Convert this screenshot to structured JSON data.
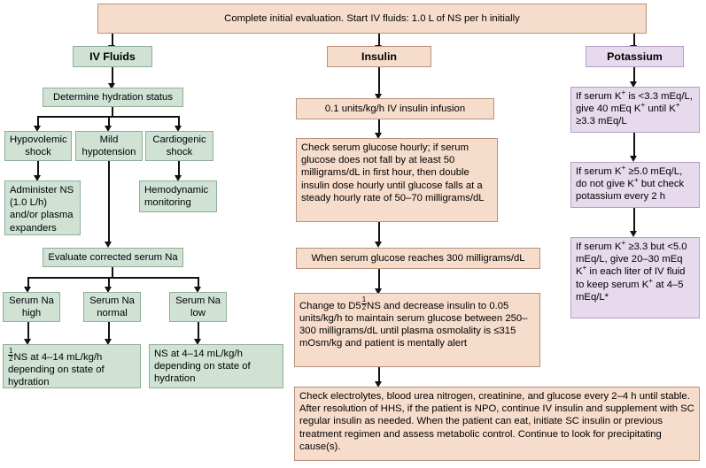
{
  "title": "Management of Hyperosmolar Hyperglycemic State (HHS) flowchart",
  "colors": {
    "peach_fill": "#f6dccb",
    "peach_border": "#b9907c",
    "green_fill": "#cfe2d4",
    "green_border": "#8fae99",
    "purple_fill": "#e6daec",
    "purple_border": "#b49ec0",
    "connector": "#111111",
    "page_background": "#ffffff"
  },
  "top": {
    "label": "Complete initial evaluation. Start IV fluids: 1.0 L of NS per h initially"
  },
  "columns": {
    "iv_fluids": {
      "header": "IV Fluids",
      "hydration_status": "Determine hydration status",
      "branches": [
        {
          "label_line1": "Hypovolemic",
          "label_line2": "shock"
        },
        {
          "label_line1": "Mild",
          "label_line2": "hypotension"
        },
        {
          "label_line1": "Cardiogenic",
          "label_line2": "shock"
        }
      ],
      "hypovolemic_action": "Administer NS (1.0 L/h) and/or plasma expanders",
      "cardiogenic_action": "Hemodynamic monitoring",
      "evaluate_na": "Evaluate corrected serum Na",
      "na_branches": [
        {
          "label_line1": "Serum Na",
          "label_line2": "high"
        },
        {
          "label_line1": "Serum Na",
          "label_line2": "normal"
        },
        {
          "label_line1": "Serum Na",
          "label_line2": "low"
        }
      ],
      "na_high_action_prefix": "",
      "na_high_action_fraction_num": "1",
      "na_high_action_fraction_den": "2",
      "na_high_action": "NS at 4–14 mL/kg/h depending on state of hydration",
      "na_low_action": "NS at 4–14 mL/kg/h depending on state of hydration"
    },
    "insulin": {
      "header": "Insulin",
      "step1": "0.1 units/kg/h IV insulin infusion",
      "step2": "Check serum glucose hourly; if serum glucose does not fall by at least 50 milligrams/dL in first hour, then double insulin dose hourly until glucose falls at a steady hourly rate of 50–70 milligrams/dL",
      "step3": "When serum glucose reaches 300 milligrams/dL",
      "step4_prefix": "Change to D5",
      "step4_fraction_num": "1",
      "step4_fraction_den": "2",
      "step4_suffix": "NS and decrease insulin to 0.05 units/kg/h to maintain serum glucose between  250–300 milligrams/dL until plasma osmolality is ≤315 mOsm/kg and patient is mentally alert",
      "step5": "Check electrolytes, blood urea nitrogen, creatinine, and glucose every 2–4 h until stable. After resolution of HHS, if the patient is NPO, continue IV insulin and supplement with SC regular insulin as needed. When the patient can eat, initiate SC insulin or previous treatment regimen and assess metabolic control. Continue to look for precipitating cause(s)."
    },
    "potassium": {
      "header": "Potassium",
      "step1_parts": [
        "If serum K",
        "+",
        " is <3.3 mEq/L, give 40 mEq K",
        "+",
        " until K",
        "+",
        " ≥3.3 mEq/L"
      ],
      "step2_parts": [
        "If serum K",
        "+",
        " ≥5.0 mEq/L, do not give K",
        "+",
        " but check potassium every 2 h"
      ],
      "step3_parts": [
        "If serum K",
        "+",
        " ≥3.3 but <5.0 mEq/L, give 20–30 mEq K",
        "+",
        " in each liter of IV fluid to keep serum K",
        "+",
        " at 4–5 mEq/L*"
      ]
    }
  }
}
